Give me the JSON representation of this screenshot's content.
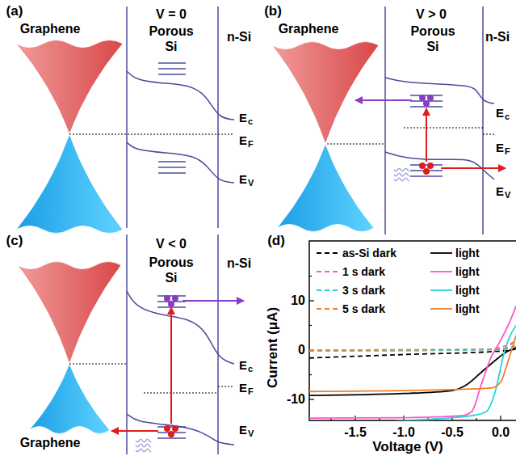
{
  "diagram": {
    "labels": [
      "(a)",
      "Graphene",
      "V = 0",
      "Porous Si",
      "n-Si",
      "E",
      "c",
      "E",
      "F",
      "E",
      "V",
      "(b)",
      "Graphene",
      "V > 0",
      "Porous Si",
      "n-Si",
      "E",
      "c",
      "E",
      "F",
      "E",
      "V",
      "(c)",
      "V < 0",
      "Porous Si",
      "n-Si",
      "E",
      "c",
      "E",
      "F",
      "E",
      "V",
      "Graphene",
      "(d)",
      "10",
      "0",
      "-10",
      "-1.5",
      "-1.0",
      "-0.5",
      "0.0",
      "Current (μA)",
      "Voltage (V)"
    ],
    "legend": [
      {
        "text": "as-Si dark"
      },
      {
        "text": "light"
      },
      {
        "text": "1 s dark"
      },
      {
        "text": "light"
      },
      {
        "text": "3 s dark"
      },
      {
        "text": "light"
      },
      {
        "text": "5 s dark"
      },
      {
        "text": "light"
      }
    ]
  }
}
